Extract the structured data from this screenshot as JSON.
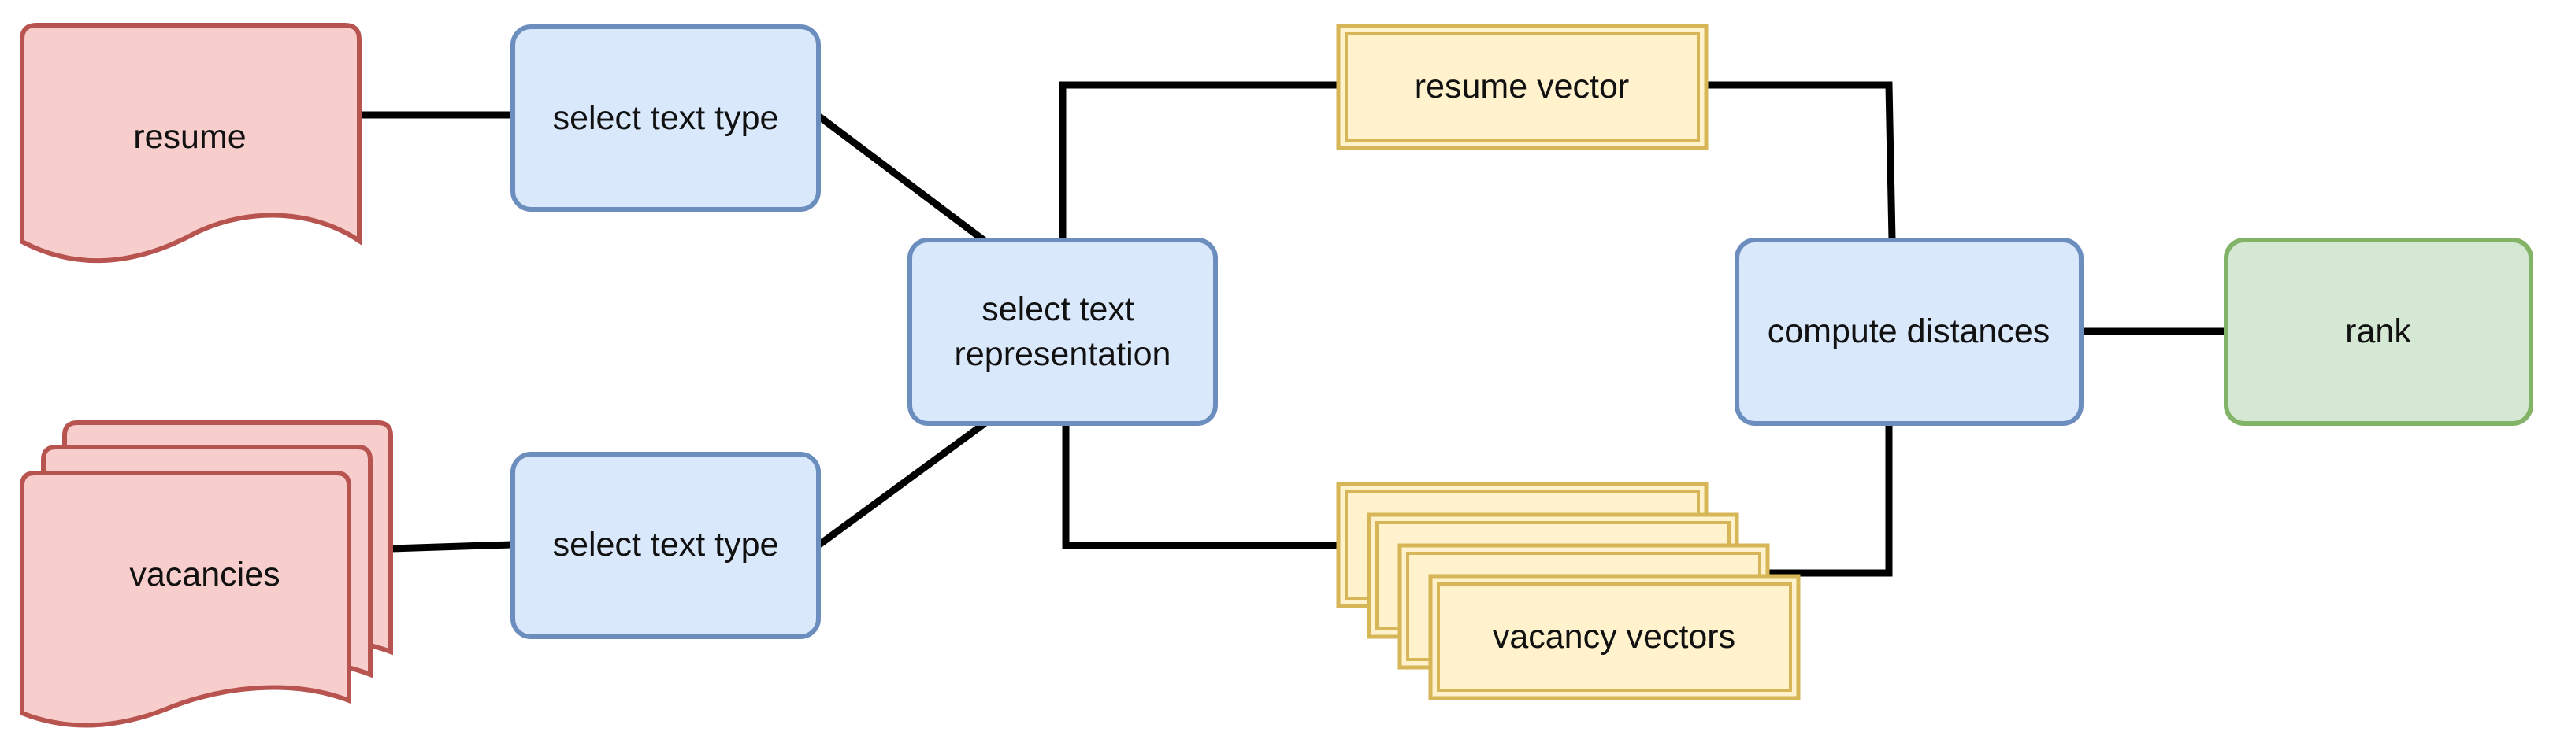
{
  "colors": {
    "document_fill": "#f8cecc",
    "document_stroke": "#b85450",
    "process_fill": "#dae8fc",
    "process_stroke": "#6c8ebf",
    "vector_fill": "#fff2cc",
    "vector_stroke": "#d6b656",
    "output_fill": "#d5e8d4",
    "output_stroke": "#82b366",
    "edge": "#000000"
  },
  "nodes": {
    "resume": {
      "label": "resume",
      "shape": "document"
    },
    "vacancies": {
      "label": "vacancies",
      "shape": "multi-document"
    },
    "select_text_type_resume": {
      "label": "select text type",
      "shape": "rounded-rectangle"
    },
    "select_text_type_vacancies": {
      "label": "select text type",
      "shape": "rounded-rectangle"
    },
    "select_text_representation": {
      "label_lines": [
        "select text",
        "representation"
      ],
      "shape": "rounded-rectangle"
    },
    "resume_vector": {
      "label": "resume vector",
      "shape": "double-border-rectangle"
    },
    "vacancy_vectors": {
      "label": "vacancy vectors",
      "shape": "stacked-double-border-rectangles"
    },
    "compute_distances": {
      "label": "compute distances",
      "shape": "rounded-rectangle"
    },
    "rank": {
      "label": "rank",
      "shape": "rounded-rectangle"
    }
  },
  "edges": [
    {
      "from": "resume",
      "to": "select text type"
    },
    {
      "from": "vacancies",
      "to": "select text type"
    },
    {
      "from": "select text type",
      "to": "select text representation"
    },
    {
      "from": "select text type",
      "to": "select text representation"
    },
    {
      "from": "select text representation",
      "to": "resume vector"
    },
    {
      "from": "select text representation",
      "to": "vacancy vectors"
    },
    {
      "from": "resume vector",
      "to": "compute distances"
    },
    {
      "from": "vacancy vectors",
      "to": "compute distances"
    },
    {
      "from": "compute distances",
      "to": "rank"
    }
  ]
}
